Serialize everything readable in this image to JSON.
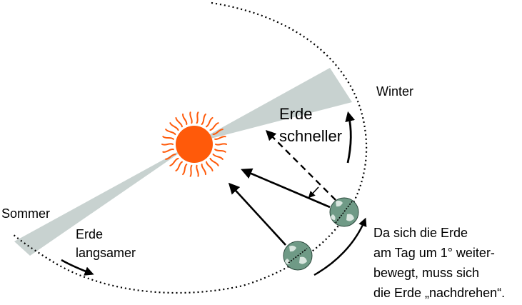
{
  "diagram": {
    "labels": {
      "winter": "Winter",
      "sommer": "Sommer",
      "erde_schneller_line1": "Erde",
      "erde_schneller_line2": "schneller",
      "erde_langsamer_line1": "Erde",
      "erde_langsamer_line2": "langsamer"
    },
    "note_lines": [
      "Da sich die Erde",
      "am Tag um 1° weiter-",
      "bewegt, muss sich",
      "die Erde „nachdrehen“."
    ],
    "colors": {
      "sun": "#ff5a0a",
      "sun_rays": "#ff5a0a",
      "sector": "#c8d2d0",
      "earth": "#6f9a86",
      "orbit": "#000000"
    }
  }
}
